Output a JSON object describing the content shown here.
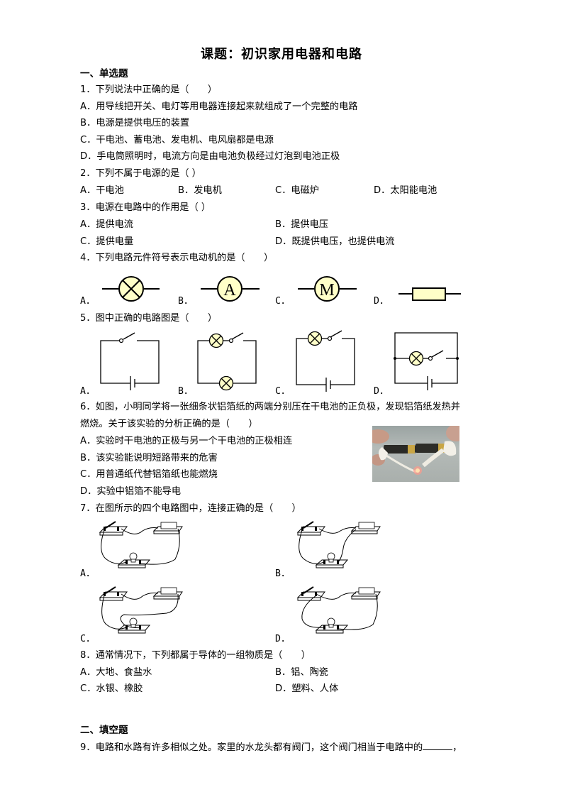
{
  "title": "课题：初识家用电器和电路",
  "section1": {
    "heading": "一、单选题"
  },
  "section2": {
    "heading": "二、填空题"
  },
  "questions": {
    "q1": {
      "stem": "1．下列说法中正确的是（　　）",
      "options": [
        "A．用导线把开关、电灯等用电器连接起来就组成了一个完整的电路",
        "B．电源是提供电压的装置",
        "C．干电池、蓄电池、发电机、电风扇都是电源",
        "D．手电筒照明时，电流方向是由电池负极经过灯泡到电池正极"
      ]
    },
    "q2": {
      "stem": "2．下列不属于电源的是（ ）",
      "options": [
        "A．干电池",
        "B．发电机",
        "C．电磁炉",
        "D．太阳能电池"
      ]
    },
    "q3": {
      "stem": "3．电源在电路中的作用是（ ）",
      "options": [
        "A．提供电流",
        "B．提供电压",
        "C．提供电量",
        "D．既提供电压，也提供电流"
      ]
    },
    "q4": {
      "stem": "4．下列电路元件符号表示电动机的是（　　）",
      "labels": [
        "A．",
        "B．",
        "C．",
        "D．"
      ],
      "symbols": [
        "lamp",
        "A",
        "M",
        "resistor"
      ]
    },
    "q5": {
      "stem": "5．图中正确的电路图是（　　）",
      "labels": [
        "A．",
        "B．",
        "C．",
        "D．"
      ]
    },
    "q6": {
      "stem_line1": "6．如图，小明同学将一张细条状铝箔纸的两端分别压在干电池的正负极，发现铝箔纸发热并",
      "stem_line2": "燃烧。关于该实验的分析正确的是（　　）",
      "options": [
        "A．实验时干电池的正极与另一个干电池的正极相连",
        "B．该实验能说明短路带来的危害",
        "C．用普通纸代替铝箔纸也能燃烧",
        "D．实验中铝箔不能导电"
      ]
    },
    "q7": {
      "stem": "7．在图所示的四个电路图中，连接正确的是（　　）",
      "labels": [
        "A．",
        "B．",
        "C．",
        "D．"
      ]
    },
    "q8": {
      "stem": "8．通常情况下，下列都属于导体的一组物质是（　　）",
      "options": [
        "A．大地、食盐水",
        "B．铝、陶瓷",
        "C．水银、橡胶",
        "D．塑料、人体"
      ]
    },
    "q9": {
      "stem_before": "9．电路和水路有许多相似之处。家里的水龙头都有阀门，这个阀门相当于电路中的",
      "stem_after": "，"
    }
  },
  "colors": {
    "symbol_fill": "#ffffc8",
    "line": "#000000"
  }
}
